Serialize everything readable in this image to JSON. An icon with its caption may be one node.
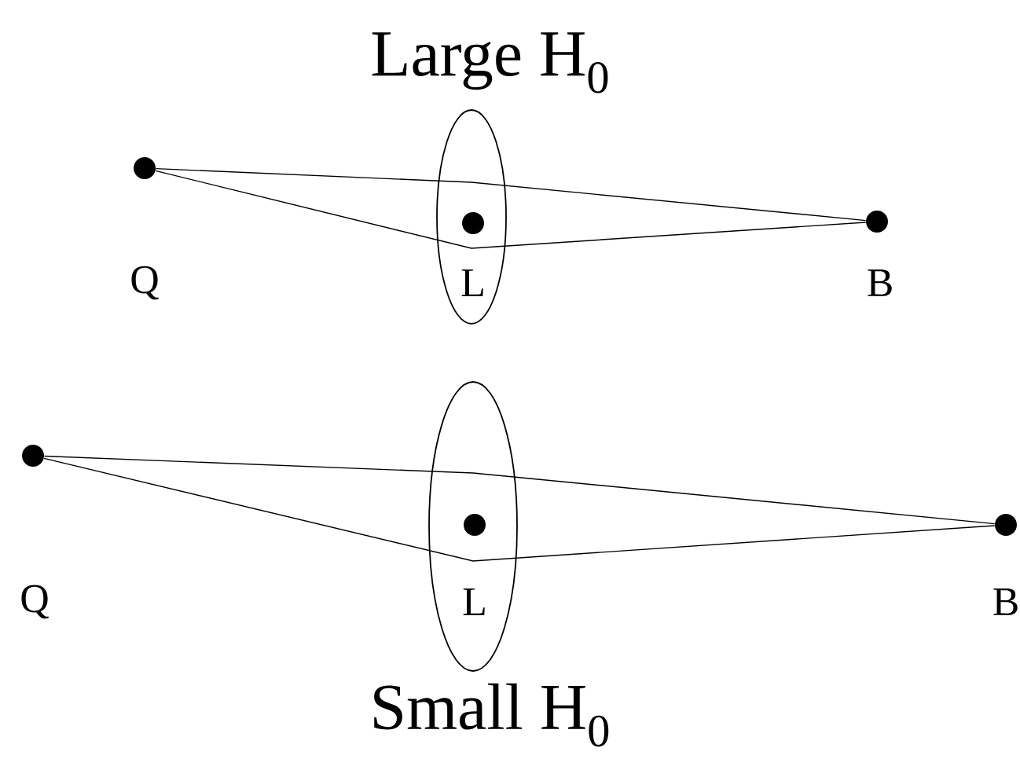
{
  "diagram": {
    "nodes": [
      {
        "text": [],
        "shape": "circle",
        "beside": [
          "Q"
        ]
      },
      {
        "text": [],
        "shape": "ellipse"
      },
      {
        "text": [],
        "shape": "circle",
        "beside": [
          "L"
        ],
        "in": 1
      },
      {
        "text": [],
        "shape": "circle",
        "beside": [
          "B"
        ]
      },
      {
        "text": [],
        "shape": "circle",
        "beside": [
          "Q"
        ]
      },
      {
        "text": [],
        "shape": "ellipse"
      },
      {
        "text": [],
        "shape": "circle",
        "beside": [
          "L"
        ],
        "in": 5
      },
      {
        "text": [],
        "shape": "circle",
        "beside": [
          "B"
        ]
      }
    ],
    "edges": [
      {
        "from": 0,
        "to": 3,
        "arrow": "none"
      },
      {
        "from": 0,
        "to": 3,
        "arrow": "none"
      },
      {
        "from": 4,
        "to": 7,
        "arrow": "none"
      },
      {
        "from": 4,
        "to": 7,
        "arrow": "none"
      }
    ],
    "labels": [
      "Large H$_{0}$",
      "Small H$_{0}$"
    ]
  }
}
